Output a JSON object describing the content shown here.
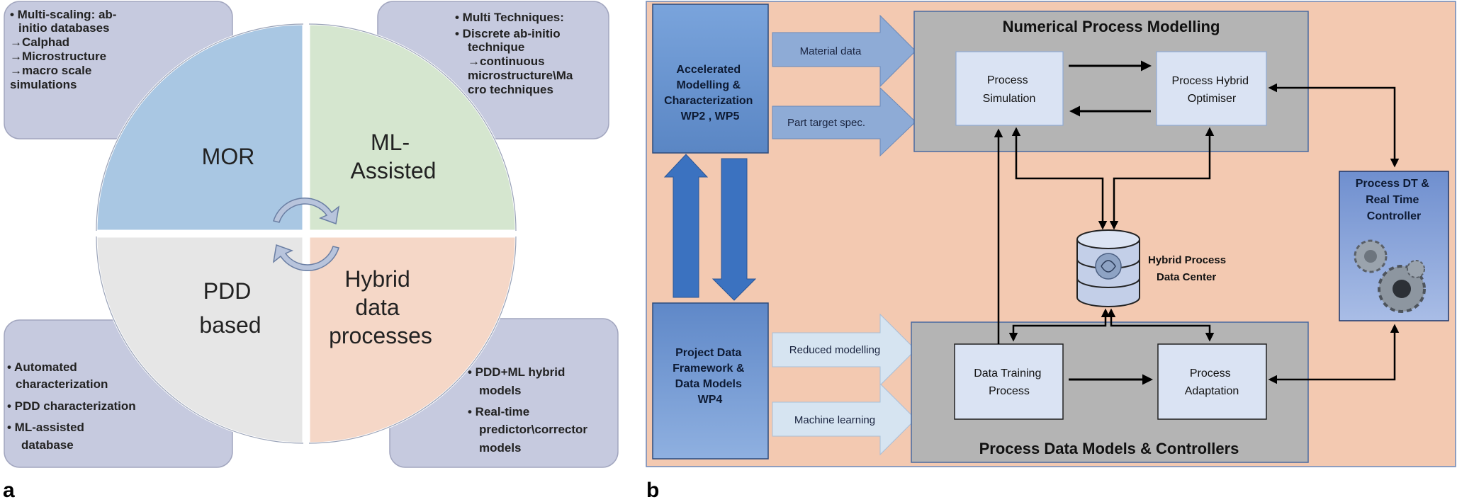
{
  "panel_a": {
    "letter": "a",
    "quadrants": {
      "mor": [
        "MOR"
      ],
      "ml": [
        "ML-",
        "Assisted"
      ],
      "pdd": [
        "PDD",
        "based"
      ],
      "hybrid": [
        "Hybrid",
        "data",
        "processes"
      ]
    },
    "boxes": {
      "top_left": [
        "• Multi-scaling: ab-",
        "initio databases",
        "→Calphad",
        "→Microstructure",
        "→macro  scale",
        "simulations"
      ],
      "top_right": [
        "• Multi Techniques:",
        "• Discrete ab-initio",
        "technique",
        "→continuous",
        "microstructure\\Ma",
        "cro techniques"
      ],
      "bottom_left": [
        "• Automated",
        "characterization",
        "• PDD characterization",
        "•  ML-assisted",
        "database"
      ],
      "bottom_right": [
        "• PDD+ML hybrid",
        "models",
        "•  Real-time",
        "predictor\\corrector",
        "models"
      ]
    }
  },
  "panel_b": {
    "letter": "b",
    "accelerated": [
      "Accelerated",
      "Modelling &",
      "Characterization",
      "WP2 , WP5"
    ],
    "project_data": [
      "Project Data",
      "Framework &",
      "Data Models",
      "WP4"
    ],
    "arrows": {
      "material_data": "Material data",
      "part_target": "Part target spec.",
      "reduced_modelling": "Reduced modelling",
      "machine_learning": "Machine learning"
    },
    "numerical": {
      "title": "Numerical  Process Modelling",
      "process_simulation": [
        "Process",
        "Simulation"
      ],
      "hybrid_optimiser": [
        "Process Hybrid",
        "Optimiser"
      ]
    },
    "data_models": {
      "title": "Process Data Models & Controllers",
      "data_training": [
        "Data Training",
        "Process"
      ],
      "process_adaptation": [
        "Process",
        "Adaptation"
      ]
    },
    "data_center": [
      "Hybrid Process",
      "Data Center"
    ],
    "dt_controller": [
      "Process DT &",
      "Real Time",
      "Controller"
    ]
  },
  "colors": {
    "mor": "#a9c7e3",
    "ml": "#d5e6cf",
    "pdd": "#e6e6e6",
    "hybrid": "#f5d7c7",
    "lavender": "#c6cadf",
    "peach": "#f3c9b1",
    "grey_box": "#b4b4b4",
    "pale_blue": "#dae3f3",
    "wp_blue": "#6d97cf",
    "arrow_blue": "#8eabd6",
    "arrow_light": "#d6e4f1",
    "big_arrow": "#3b72c0"
  }
}
